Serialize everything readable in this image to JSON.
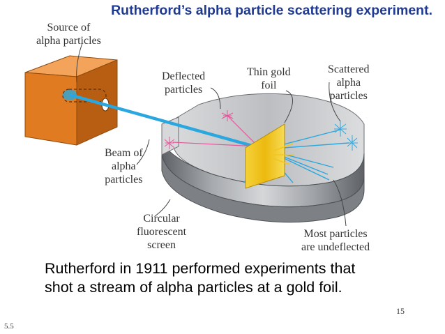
{
  "title": "Rutherford’s alpha particle scattering experiment.",
  "labels": {
    "source_line1": "Source of",
    "source_line2": "alpha particles",
    "deflected_line1": "Deflected",
    "deflected_line2": "particles",
    "foil_line1": "Thin gold",
    "foil_line2": "foil",
    "scattered_line1": "Scattered",
    "scattered_line2": "alpha",
    "scattered_line3": "particles",
    "beam_line1": "Beam of",
    "beam_line2": "alpha",
    "beam_line3": "particles",
    "screen_line1": "Circular",
    "screen_line2": "fluorescent",
    "screen_line3": "screen",
    "most_line1": "Most particles",
    "most_line2": "are undeflected"
  },
  "caption": {
    "line1": "Rutherford in 1911 performed experiments that",
    "line2": "shot a stream of alpha particles at a  gold foil."
  },
  "page_number": "15",
  "slide_ref": "5.5",
  "colors": {
    "title": "#1f3a93",
    "box_front": "#e07b22",
    "box_top": "#f3a35a",
    "box_side": "#b85e12",
    "beam": "#2aa7de",
    "foil": "#f2c61f",
    "ring_outer": "#8a8d91",
    "ring_inner": "#c9cbcd",
    "flash": "#e4559a",
    "flash_blue": "#2fa8e0"
  }
}
